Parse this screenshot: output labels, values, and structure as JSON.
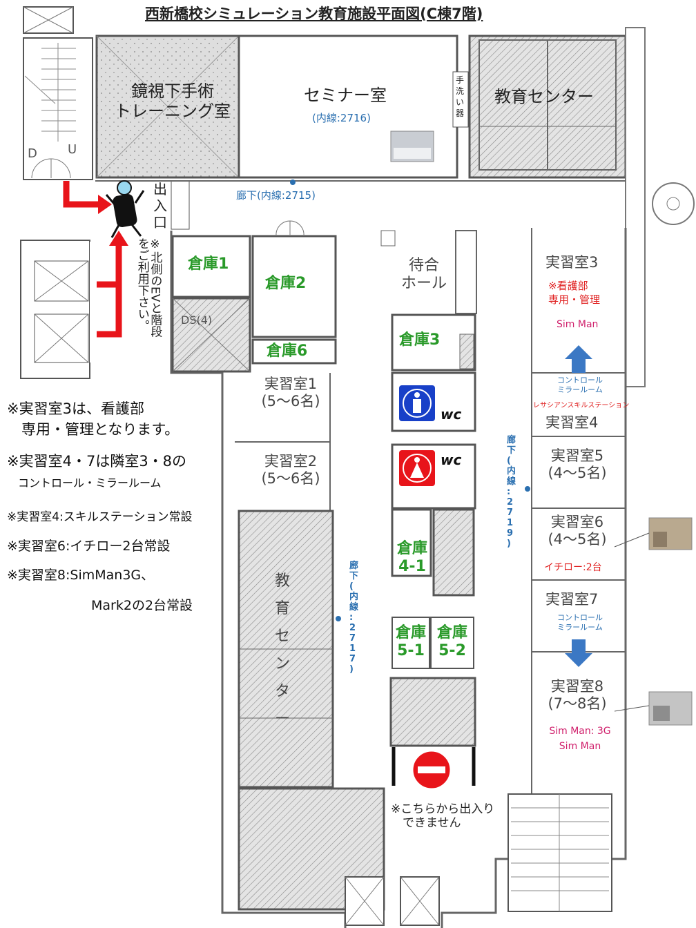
{
  "title": "西新橋校シミュレーション教育施設平面図(C棟7階)",
  "colors": {
    "storage_text": "#2a9a2a",
    "ext_text": "#2a6fb0",
    "magenta_text": "#d0206c",
    "red_text": "#e02020",
    "arrow_red": "#e8141a",
    "arrow_blue": "#3b78c4",
    "wall": "#555555"
  },
  "rooms": {
    "kyoshi": "鏡視下手術\nトレーニング室",
    "seminar": "セミナー室",
    "seminar_ext": "(内線:2716)",
    "tearai": "手\n洗\nい\n器",
    "kyoiku_top": "教育センター",
    "kyoiku_left": "教\n育\nセ\nン\nタ\nー",
    "corridor_top": "廊下(内線:2715)",
    "corridor_left": "廊\n下\n(\n内\n線\n:\n2\n7\n1\n7\n)",
    "corridor_right": "廊\n下\n(\n内\n線\n:\n2\n7\n1\n9\n)",
    "entrance": "出\n入\n口",
    "north_note": "※北側のEVと階段\nをご利用下さい。",
    "waiting": "待合\nホール",
    "ds": "DS(4)",
    "wc": "wc",
    "no_entry_note": "※こちらから出入り\n　できません",
    "stair_d": "D",
    "stair_u": "U"
  },
  "storage": {
    "s1": "倉庫1",
    "s2": "倉庫2",
    "s6": "倉庫6",
    "s3": "倉庫3",
    "s41": "倉庫\n4-1",
    "s51": "倉庫\n5-1",
    "s52": "倉庫\n5-2"
  },
  "practice": {
    "r1": "実習室1\n(5〜6名)",
    "r2": "実習室2\n(5〜6名)",
    "r3": "実習室3",
    "r3_note": "※看護部\n専用・管理",
    "r3_sim": "Sim Man",
    "r4_ctrl": "コントロール\nミラールーム",
    "r4_res": "レサシアンスキルステーション",
    "r4": "実習室4",
    "r5": "実習室5\n(4〜5名)",
    "r6": "実習室6\n(4〜5名)",
    "r6_equip": "イチロー:2台",
    "r7": "実習室7",
    "r7_ctrl": "コントロール\nミラールーム",
    "r8": "実習室8\n(7〜8名)",
    "r8_sim": "Sim Man: 3G\nSim Man"
  },
  "notes": [
    "※実習室3は、看護部",
    "　専用・管理となります。",
    "※実習室4・7は隣室3・8の",
    "　コントロール・ミラールーム",
    "※実習室4:スキルステーション常設",
    "※実習室6:イチロー2台常設",
    "※実習室8:SimMan3G、",
    "Mark2の2台常設"
  ]
}
